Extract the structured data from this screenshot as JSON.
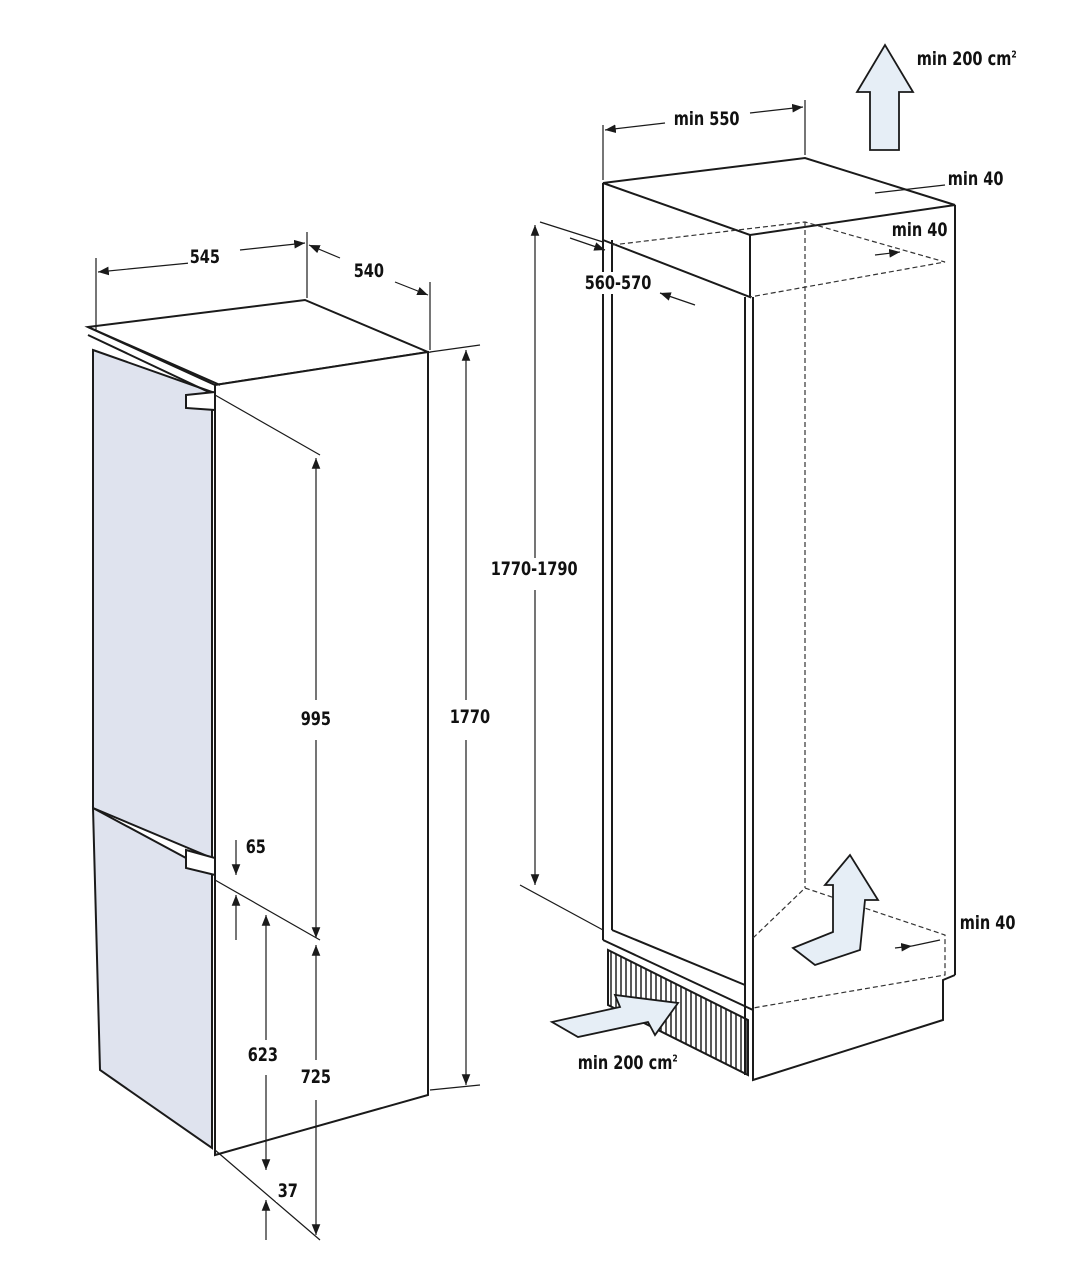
{
  "colors": {
    "line": "#1a1a1a",
    "door_fill": "#dfe3ee",
    "arrow_fill": "#e6eef6"
  },
  "appliance": {
    "width": "545",
    "depth": "540",
    "height": "1770",
    "upper_section": "995",
    "lower_section": "725",
    "hinge_gap": "65",
    "lower_door": "623",
    "bottom_offset": "37"
  },
  "niche": {
    "width": "min 550",
    "depth": "560-570",
    "height": "1770-1790",
    "top_gap": "min 40",
    "rear_gap_top": "min 40",
    "rear_gap_bottom": "min 40",
    "vent_top": "min 200 cm",
    "vent_bottom": "min 200 cm",
    "vent_unit_sup": "2"
  }
}
